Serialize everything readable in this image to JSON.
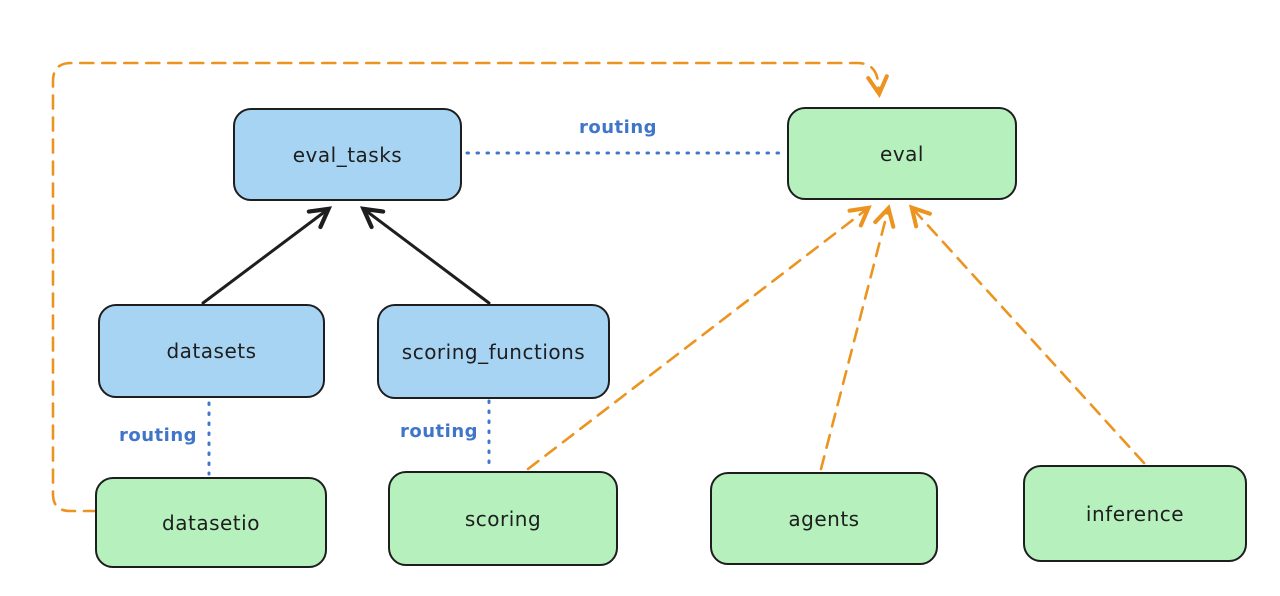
{
  "diagram": {
    "type": "architecture-diagram",
    "colors": {
      "node_blue_fill": "#a8d4f4",
      "node_green_fill": "#b5f0bd",
      "outline": "#1e1e1e",
      "accent_blue": "#4076c9",
      "accent_orange": "#ec9420",
      "background": "#ffffff"
    },
    "nodes": [
      {
        "id": "eval_tasks",
        "label": "eval_tasks",
        "color": "blue"
      },
      {
        "id": "eval",
        "label": "eval",
        "color": "green"
      },
      {
        "id": "datasets",
        "label": "datasets",
        "color": "blue"
      },
      {
        "id": "scoring_functions",
        "label": "scoring_functions",
        "color": "blue"
      },
      {
        "id": "datasetio",
        "label": "datasetio",
        "color": "green"
      },
      {
        "id": "scoring",
        "label": "scoring",
        "color": "green"
      },
      {
        "id": "agents",
        "label": "agents",
        "color": "green"
      },
      {
        "id": "inference",
        "label": "inference",
        "color": "green"
      }
    ],
    "edges": [
      {
        "from": "datasets",
        "to": "eval_tasks",
        "style": "solid-arrow",
        "color": "black",
        "label": ""
      },
      {
        "from": "scoring_functions",
        "to": "eval_tasks",
        "style": "solid-arrow",
        "color": "black",
        "label": ""
      },
      {
        "from": "eval_tasks",
        "to": "eval",
        "style": "dotted-line",
        "color": "blue",
        "label": "routing"
      },
      {
        "from": "datasets",
        "to": "datasetio",
        "style": "dotted-line",
        "color": "blue",
        "label": "routing"
      },
      {
        "from": "scoring_functions",
        "to": "scoring",
        "style": "dotted-line",
        "color": "blue",
        "label": "routing"
      },
      {
        "from": "datasetio",
        "to": "eval",
        "style": "dashed-arrow",
        "color": "orange",
        "label": ""
      },
      {
        "from": "scoring",
        "to": "eval",
        "style": "dashed-arrow",
        "color": "orange",
        "label": ""
      },
      {
        "from": "agents",
        "to": "eval",
        "style": "dashed-arrow",
        "color": "orange",
        "label": ""
      },
      {
        "from": "inference",
        "to": "eval",
        "style": "dashed-arrow",
        "color": "orange",
        "label": ""
      }
    ]
  }
}
